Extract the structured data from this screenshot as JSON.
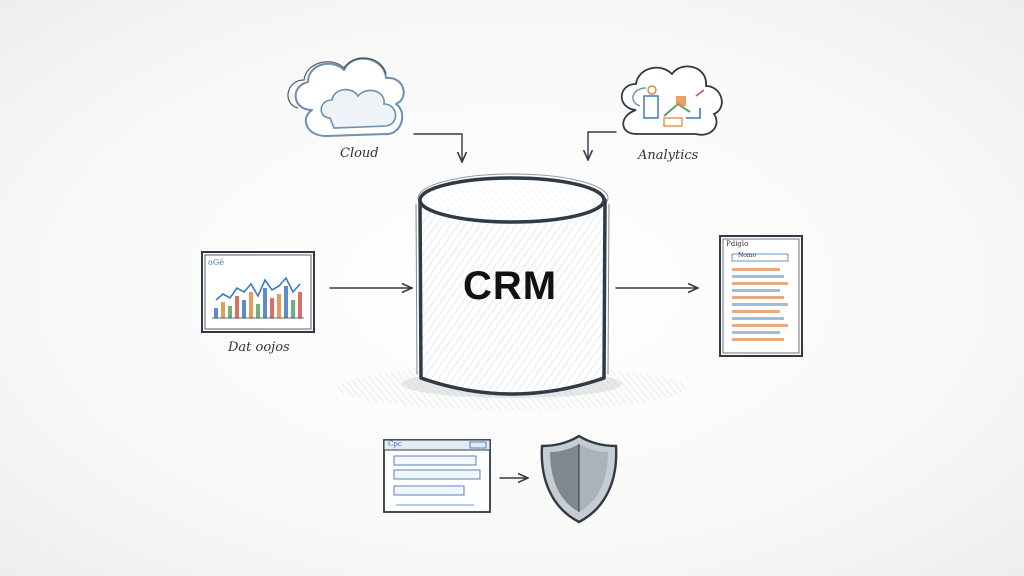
{
  "central": {
    "label": "CRM"
  },
  "cloud": {
    "label": "Cloud"
  },
  "analytics": {
    "label": "Analytics"
  },
  "dashboards": {
    "label": "Dat oojos",
    "mini_title": "oGé"
  },
  "report": {
    "title": "Pdiglo",
    "subtitle": "Nomo"
  },
  "form": {
    "title": "Cpc"
  },
  "colors": {
    "ink": "#2f3a44",
    "cloud_blue": "#6d8fb0",
    "chart_orange": "#e08a3c",
    "chart_blue": "#3f78c0",
    "chart_green": "#5aa06a",
    "chart_red": "#d2564a",
    "report_orange": "#e89a6a",
    "report_blue": "#8fb0d8"
  },
  "icons": {
    "cloud": "cloud-icon",
    "analytics_cloud": "analytics-cloud-icon",
    "dashboard": "dashboard-chart-icon",
    "report": "report-document-icon",
    "form": "form-window-icon",
    "shield": "shield-icon",
    "database": "database-cylinder-icon"
  }
}
